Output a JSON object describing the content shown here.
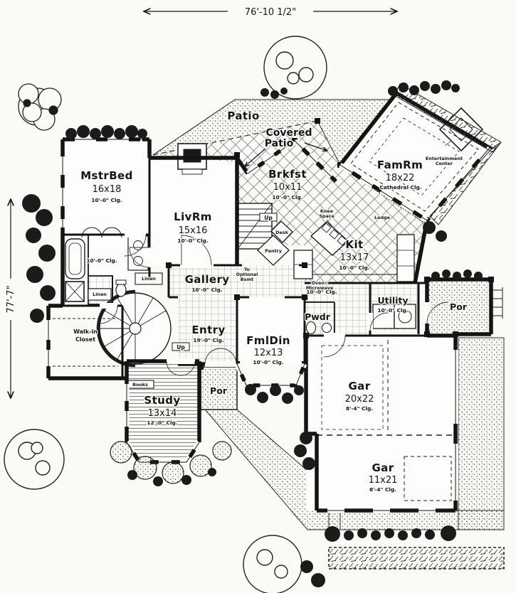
{
  "colors": {
    "ink": "#161616",
    "paper": "#fbfaf7"
  },
  "dimensions": {
    "top": "76'-10 1/2\"",
    "left": "77'-7\""
  },
  "rooms": {
    "mstrbed": {
      "name": "MstrBed",
      "size": "16x18",
      "clg": "10'-0\" Clg."
    },
    "livrm": {
      "name": "LivRm",
      "size": "15x16",
      "clg": "10'-0\" Clg."
    },
    "brkfst": {
      "name": "Brkfst",
      "size": "10x11",
      "clg": "10'-0\" Clg."
    },
    "famrm": {
      "name": "FamRm",
      "size": "18x22",
      "clg": "Cathedral Clg."
    },
    "kit": {
      "name": "Kit",
      "size": "13x17",
      "clg": "10'-0\" Clg."
    },
    "gallery": {
      "name": "Gallery",
      "clg": "10'-0\" Clg."
    },
    "entry": {
      "name": "Entry",
      "clg": "19'-0\" Clg."
    },
    "fmldin": {
      "name": "FmlDin",
      "size": "12x13",
      "clg": "10'-0\" Clg."
    },
    "pwdr": {
      "name": "Pwdr"
    },
    "utility": {
      "name": "Utility",
      "clg": "10'-0\" Clg."
    },
    "walkin": {
      "line1": "Walk-in",
      "line2": "Closet"
    },
    "study": {
      "name": "Study",
      "size": "13x14",
      "clg": "12'-0\" Clg."
    },
    "gar_main": {
      "name": "Gar",
      "size": "20x22",
      "clg": "8'-4\" Clg."
    },
    "gar_side": {
      "name": "Gar",
      "size": "11x21",
      "clg": "8'-4\" Clg."
    },
    "patio": {
      "name": "Patio"
    },
    "covered_patio": {
      "line1": "Covered",
      "line2": "Patio"
    },
    "por_front": {
      "name": "Por"
    },
    "por_rear": {
      "name": "Por"
    }
  },
  "annotations": {
    "bath_clg": "10'-0\" Clg.",
    "hall_clg": "10'-0\" Clg.",
    "linen_a": "Linen",
    "linen_b": "Linen",
    "up_stairs": "Up",
    "up_entry": "Up",
    "desk": "Desk",
    "pantry": "Pantry",
    "knee_1": "Knee",
    "knee_2": "Space",
    "oven_1": "Oven /",
    "oven_2": "Microwave",
    "bsmt_1": "To",
    "bsmt_2": "Optional",
    "bsmt_3": "Bsmt",
    "ent_1": "Entertainment",
    "ent_2": "Center",
    "ledge": "Ledge",
    "books": "Books"
  }
}
